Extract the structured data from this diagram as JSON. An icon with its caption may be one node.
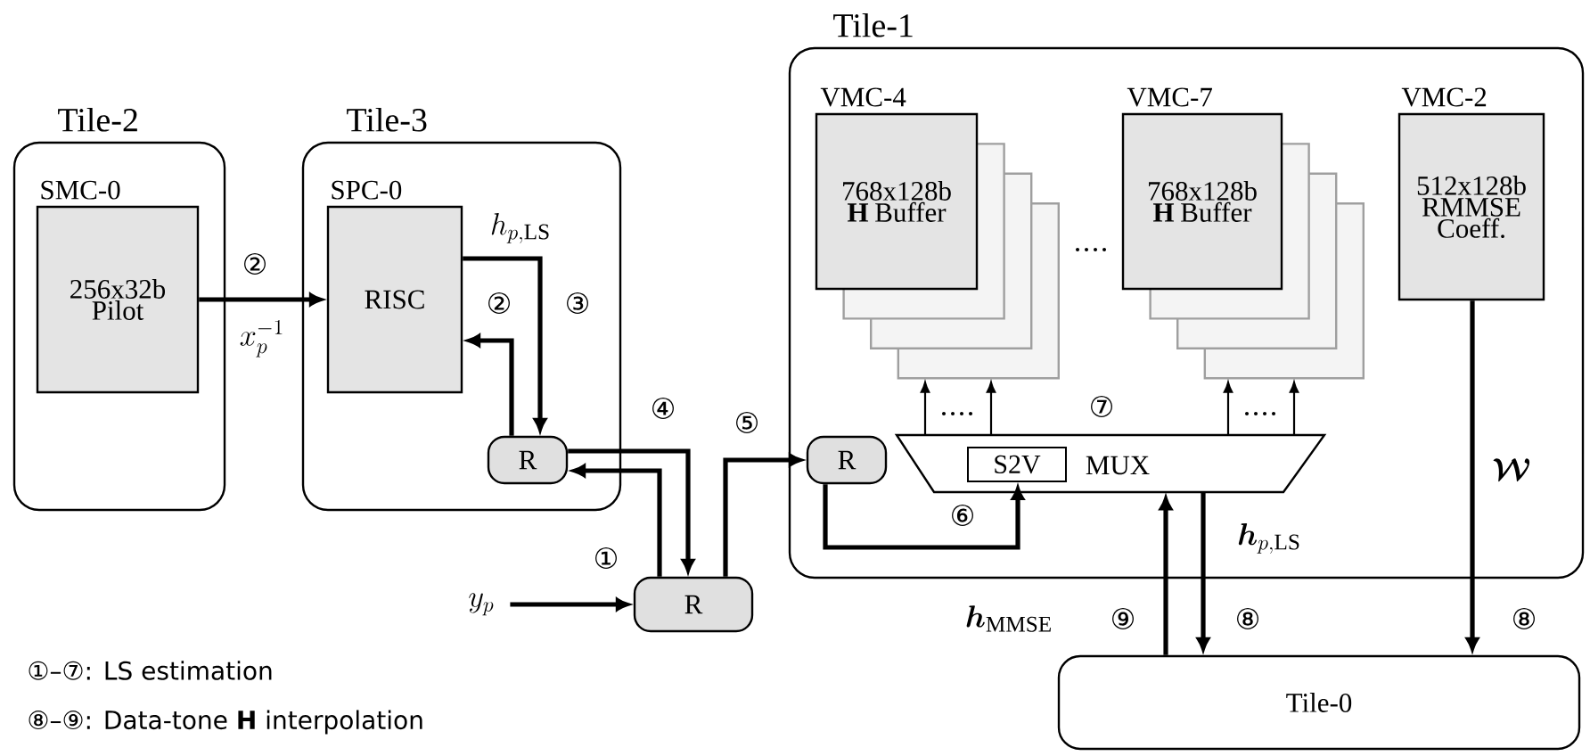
{
  "diagram": {
    "nodes": [
      {
        "text": [
          "Tile-2"
        ]
      },
      {
        "text": [
          "SMC-0",
          "256x32b Pilot"
        ],
        "in": 0
      },
      {
        "text": [
          "Tile-3"
        ]
      },
      {
        "text": [
          "SPC-0",
          "RISC"
        ],
        "in": 2
      },
      {
        "text": [
          "R"
        ],
        "in": 2
      },
      {
        "text": [
          "R"
        ]
      },
      {
        "text": [
          "y_p"
        ]
      },
      {
        "text": [
          "Tile-1"
        ]
      },
      {
        "text": [
          "VMC-4",
          "768x128b **H** Buffer"
        ],
        "in": 7
      },
      {
        "text": [
          "VMC-7",
          "768x128b **H** Buffer"
        ],
        "in": 7
      },
      {
        "text": [
          "VMC-2",
          "512x128b RMMSE Coeff."
        ],
        "in": 7
      },
      {
        "text": [
          "R"
        ],
        "in": 7
      },
      {
        "text": [
          "MUX"
        ],
        "in": 7
      },
      {
        "text": [
          "S2V"
        ],
        "in": 12
      },
      {
        "text": [
          "Tile-0"
        ]
      }
    ],
    "edges": [
      {
        "from": 1,
        "to": 3,
        "arrow": "to",
        "label": "②"
      },
      {
        "from": 3,
        "to": 4,
        "arrow": "to",
        "label": "③"
      },
      {
        "from": 4,
        "to": 3,
        "arrow": "to",
        "label": "②"
      },
      {
        "from": 4,
        "to": 5,
        "arrow": "to",
        "label": "④"
      },
      {
        "from": 5,
        "to": 4,
        "arrow": "to"
      },
      {
        "from": 5,
        "to": 11,
        "arrow": "to",
        "label": "⑤"
      },
      {
        "from": 6,
        "to": 5,
        "arrow": "to",
        "label": "①"
      },
      {
        "from": 11,
        "to": 13,
        "arrow": "to",
        "label": "⑥"
      },
      {
        "from": 12,
        "to": 8,
        "arrow": "to"
      },
      {
        "from": 12,
        "to": 8,
        "arrow": "to"
      },
      {
        "from": 12,
        "to": 9,
        "arrow": "to"
      },
      {
        "from": 12,
        "to": 9,
        "arrow": "to"
      },
      {
        "from": 12,
        "to": 14,
        "arrow": "to",
        "label": "⑧"
      },
      {
        "from": 14,
        "to": 12,
        "arrow": "to",
        "label": "⑨"
      },
      {
        "from": 10,
        "to": 14,
        "arrow": "to",
        "label": "⑧"
      }
    ],
    "labels": [
      "x_p^{-1}",
      "h_{p,\\mathrm{LS}}",
      "⑦",
      "\\bm{h}_{p,\\mathrm{LS}}",
      "\\bm{\\mathcal{W}}",
      "\\bm{h}_{\\mathrm{MMSE}}",
      "①–⑦: LS estimation",
      "⑧–⑨: Data-tone **H** interpolation"
    ]
  }
}
